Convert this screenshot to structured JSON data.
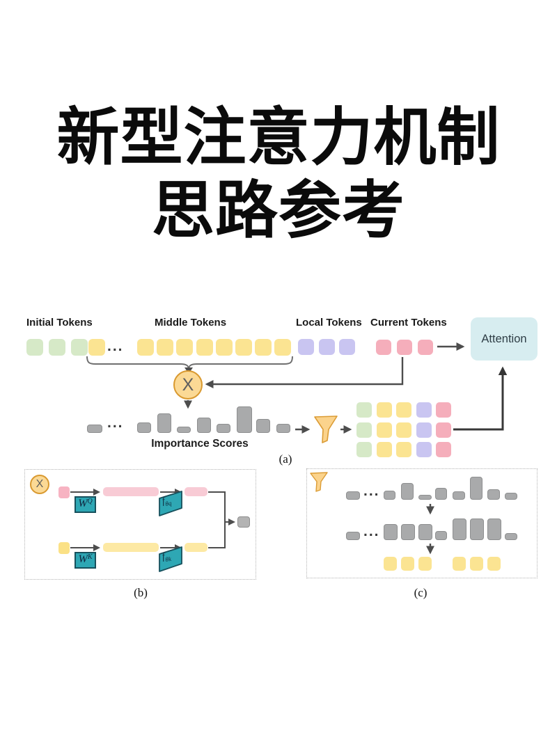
{
  "title": {
    "line1": "新型注意力机制",
    "line2": "思路参考"
  },
  "ellipsis": "...",
  "colors": {
    "green": "#d6e9c7",
    "yellow": "#fbe492",
    "purple": "#c9c5f1",
    "pink": "#f5aebb",
    "pink_bar": "#f8cbd5",
    "pink_small": "#f7b3c2",
    "yellow_bar": "#fde9a4",
    "yellow_small": "#fbe186",
    "gray_bar": "#a9aaab",
    "gray_bar_border": "#8e8f90",
    "gray_out": "#b3b3b3",
    "teal": "#2ea7b4",
    "circle_fill": "#fbd995",
    "circle_border": "#d9992f",
    "attention_bg": "#d7edf0",
    "funnel_fill": "#fbd38c",
    "funnel_border": "#db9c35",
    "line": "#555555"
  },
  "diagram_a": {
    "labels": {
      "initial": "Initial Tokens",
      "middle": "Middle Tokens",
      "local": "Local Tokens",
      "current": "Current Tokens"
    },
    "token_groups": {
      "initial": {
        "color": "green",
        "count": 3
      },
      "middle_first": {
        "color": "yellow",
        "count": 1
      },
      "middle": {
        "color": "yellow",
        "count": 8
      },
      "local": {
        "color": "purple",
        "count": 3
      },
      "current": {
        "color": "pink",
        "count": 3
      }
    },
    "operator": "X",
    "attention_label": "Attention",
    "importance_label": "Importance Scores",
    "caption": "(a)",
    "importance_bars": {
      "first": [
        {
          "h": 12,
          "w": 22
        }
      ],
      "rest": [
        {
          "h": 15,
          "w": 20
        },
        {
          "h": 28,
          "w": 20
        },
        {
          "h": 9,
          "w": 20
        },
        {
          "h": 22,
          "w": 20
        },
        {
          "h": 13,
          "w": 20
        },
        {
          "h": 38,
          "w": 22
        },
        {
          "h": 20,
          "w": 20
        },
        {
          "h": 13,
          "w": 20
        }
      ]
    },
    "grid": {
      "columns": [
        "green",
        "yellow",
        "yellow",
        "purple",
        "pink"
      ],
      "rows": 3
    }
  },
  "diagram_b": {
    "caption": "(b)",
    "operator": "X",
    "wq": {
      "base": "W",
      "sub": "Q"
    },
    "wk": {
      "base": "W",
      "sub": "K"
    },
    "fq": {
      "base": "f",
      "sub": "θq"
    },
    "fk": {
      "base": "f",
      "sub": "θk"
    }
  },
  "diagram_c": {
    "caption": "(c)",
    "row1_bars": {
      "first": [
        {
          "h": 12,
          "w": 20
        }
      ],
      "rest": [
        {
          "h": 13,
          "w": 17
        },
        {
          "h": 24,
          "w": 18
        },
        {
          "h": 7,
          "w": 19
        },
        {
          "h": 17,
          "w": 17
        },
        {
          "h": 12,
          "w": 18
        },
        {
          "h": 33,
          "w": 18
        },
        {
          "h": 15,
          "w": 18
        },
        {
          "h": 10,
          "w": 18
        }
      ]
    },
    "row2_bars": {
      "first": [
        {
          "h": 12,
          "w": 20
        }
      ],
      "rest": [
        {
          "h": 23,
          "w": 20
        },
        {
          "h": 23,
          "w": 20
        },
        {
          "h": 23,
          "w": 20
        },
        {
          "h": 13,
          "w": 17
        },
        {
          "h": 31,
          "w": 20
        },
        {
          "h": 31,
          "w": 20
        },
        {
          "h": 31,
          "w": 20
        },
        {
          "h": 10,
          "w": 18
        }
      ]
    },
    "selected_tokens": {
      "color": "yellow",
      "count": 6
    }
  }
}
